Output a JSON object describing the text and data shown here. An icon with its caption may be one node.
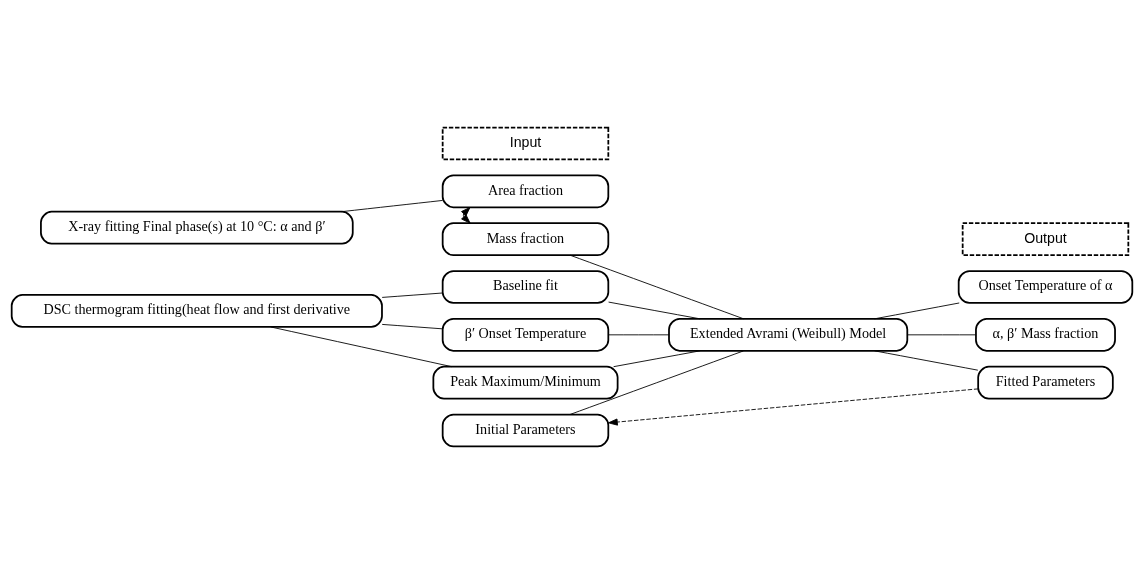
{
  "diagram": {
    "nodes": [
      {
        "text": [
          "Input"
        ]
      },
      {
        "text": [
          "Area fraction"
        ]
      },
      {
        "text": [
          "Mass fraction"
        ]
      },
      {
        "text": [
          "X-ray fitting Final phase(s) at 10 °C: α and β′"
        ]
      },
      {
        "text": [
          "Baseline fit"
        ]
      },
      {
        "text": [
          "β′ Onset Temperature"
        ]
      },
      {
        "text": [
          "Peak Maximum/Minimum"
        ]
      },
      {
        "text": [
          "DSC thermogram fitting(heat flow and first derivative"
        ]
      },
      {
        "text": [
          "Initial Parameters"
        ]
      },
      {
        "text": [
          "Extended Avrami (Weibull) Model"
        ]
      },
      {
        "text": [
          "Output"
        ]
      },
      {
        "text": [
          "Onset Temperature of α"
        ]
      },
      {
        "text": [
          "α, β′ Mass fraction"
        ]
      },
      {
        "text": [
          "Fitted Parameters"
        ]
      }
    ],
    "edges": [
      {
        "from": 3,
        "to": 1,
        "arrow": "none"
      },
      {
        "from": 1,
        "to": 2,
        "arrow": "both"
      },
      {
        "from": 2,
        "to": 9,
        "arrow": "none"
      },
      {
        "from": 4,
        "to": 9,
        "arrow": "none"
      },
      {
        "from": 5,
        "to": 9,
        "arrow": "none"
      },
      {
        "from": 6,
        "to": 9,
        "arrow": "none"
      },
      {
        "from": 7,
        "to": 4,
        "arrow": "none"
      },
      {
        "from": 7,
        "to": 5,
        "arrow": "none"
      },
      {
        "from": 7,
        "to": 6,
        "arrow": "none"
      },
      {
        "from": 8,
        "to": 9,
        "arrow": "none"
      },
      {
        "from": 9,
        "to": 11,
        "arrow": "none"
      },
      {
        "from": 9,
        "to": 12,
        "arrow": "none"
      },
      {
        "from": 9,
        "to": 13,
        "arrow": "none"
      },
      {
        "from": 13,
        "to": 8,
        "arrow": "to",
        "style": "dashed"
      }
    ]
  }
}
